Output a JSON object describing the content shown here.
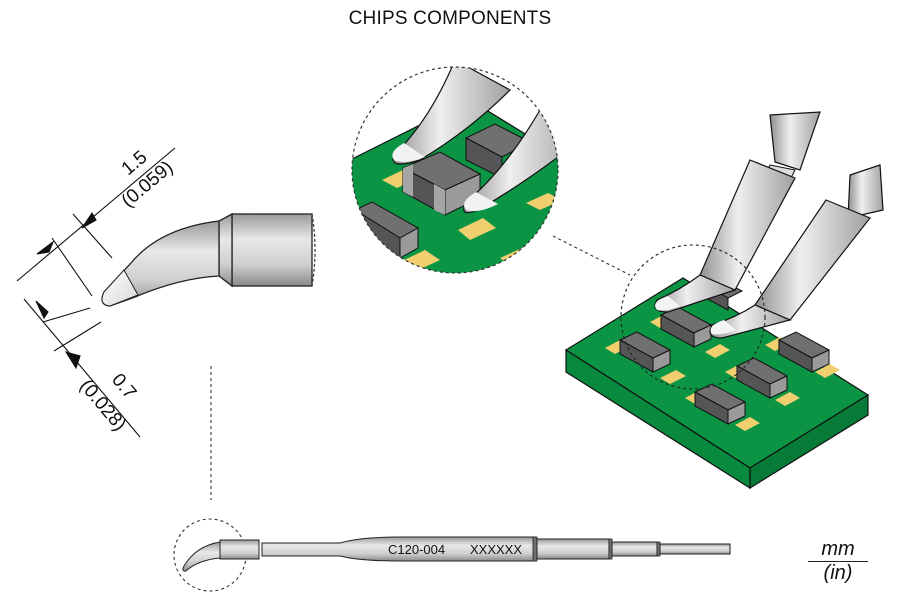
{
  "title": "CHIPS COMPONENTS",
  "dimensions": {
    "width_mm": "1.5",
    "width_in": "(0.059)",
    "tip_mm": "0.7",
    "tip_in": "(0.028)"
  },
  "cartridge": {
    "part_number": "C120-004",
    "code": "XXXXXX"
  },
  "units": {
    "primary": "mm",
    "secondary": "(in)"
  },
  "colors": {
    "pcb": "#0a9444",
    "pcb_side": "#067a37",
    "pad": "#f2cf6e",
    "chip_body": "#595959",
    "chip_end": "#a9a9a9"
  }
}
